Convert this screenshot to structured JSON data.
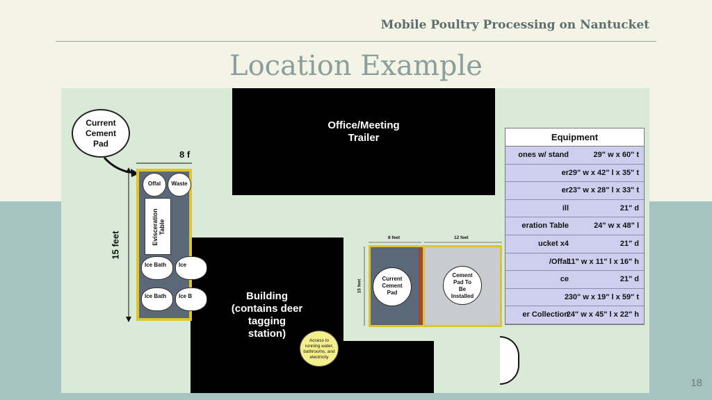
{
  "header": {
    "title": "Mobile Poultry Processing on Nantucket"
  },
  "slide": {
    "title": "Location Example",
    "page_number": "18"
  },
  "diagram": {
    "trailer_label": "Office/Meeting\nTrailer",
    "building_label": "Building\n(contains deer\ntagging\nstation)",
    "current_pad_callout": "Current\nCement\nPad",
    "pad_width_label": "8 f",
    "pad_length_label": "15 feet",
    "pad_items": {
      "offal": "Offal",
      "waste": "Waste",
      "evisceration": "Evisceration\nTable",
      "ice_bath_1": "Ice Bath",
      "ice_2": "Ice",
      "ice_bath_3": "Ice Bath",
      "ice_bath_4": "Ice B"
    },
    "plan": {
      "width_current": "8 feet",
      "width_new": "12 feet",
      "height": "15 feet",
      "current_label": "Current\nCement\nPad",
      "new_label": "Cement\nPad To\nBe\nInstalled"
    },
    "access_label": "Access to\nrunning water,\nbathrooms, and\nelectricity"
  },
  "equipment_table": {
    "header": "Equipment",
    "rows": [
      {
        "name": "ones w/ stand",
        "size": "29\" w x 60\" t"
      },
      {
        "name": "er",
        "size": "29\" w x 42\" l x 35\" t"
      },
      {
        "name": "er",
        "size": "23\" w x 28\" l x 33\" t"
      },
      {
        "name": "ill",
        "size": "21\" d"
      },
      {
        "name": "eration Table",
        "size": "24\" w x 48\" l"
      },
      {
        "name": "ucket x4",
        "size": "21\" d"
      },
      {
        "name": "/Offal",
        "size": "11\" w x 11\" l x 16\" h"
      },
      {
        "name": "ce",
        "size": "21\" d"
      },
      {
        "name": "2",
        "size": "30\" w x 19\" l x 59\" t"
      },
      {
        "name": "er Collection",
        "size": "24\" w x 45\" l x 22\" h"
      }
    ]
  },
  "colors": {
    "background": "#f3f3e6",
    "band": "#a5c3c1",
    "diagram_bg": "#d9ead7",
    "pad_border": "#dcc530",
    "pad_fill": "#5b6877",
    "table_fill": "#cecfef",
    "access_fill": "#f4ee8c"
  }
}
